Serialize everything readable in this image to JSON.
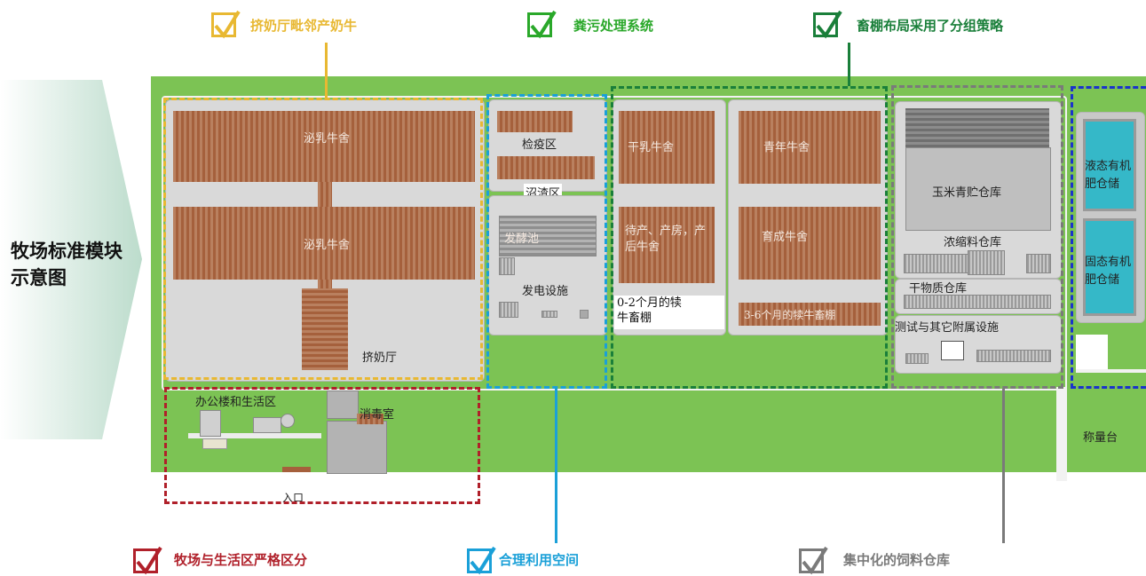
{
  "side_title": "牧场标准模块示意图",
  "callouts": {
    "milking_adjacent": "挤奶厅毗邻产奶牛",
    "manure_system": "粪污处理系统",
    "grouping_strategy": "畜棚布局采用了分组策略",
    "separation": "牧场与生活区严格区分",
    "space_use": "合理利用空间",
    "feed_storage": "集中化的饲料仓库"
  },
  "colors": {
    "yellow": "#e8b832",
    "green_light": "#2aa82a",
    "green_dark": "#1a7f3a",
    "red": "#b0202a",
    "blue": "#1aa0d8",
    "grey": "#7a7a7a",
    "navy": "#1a33cc",
    "field": "#7cc354",
    "pool": "#35b8c8"
  },
  "map_labels": {
    "lactating_barn_1": "泌乳牛舍",
    "lactating_barn_2": "泌乳牛舍",
    "milking_parlor": "挤奶厅",
    "quarantine": "检疫区",
    "biogas_residue": "沼渣区",
    "fermentation_tank": "发酵池",
    "power_facility": "发电设施",
    "dry_cow_barn": "干乳牛舍",
    "youth_barn": "青年牛舍",
    "prepartum_barn": "待产、产房，产后牛舍",
    "heifer_barn": "育成牛舍",
    "calf_0_2": "0-2个月的犊牛畜棚",
    "calf_3_6": "3-6个月的犊牛畜棚",
    "corn_silage": "玉米青贮仓库",
    "concentrate": "浓缩料仓库",
    "dry_matter": "干物质仓库",
    "testing": "测试与其它附属设施",
    "liquid_fertilizer": "液态有机肥仓储",
    "solid_fertilizer": "固态有机肥仓储",
    "office": "办公楼和生活区",
    "disinfection": "消毒室",
    "entrance": "入口",
    "weighbridge": "称量台"
  }
}
